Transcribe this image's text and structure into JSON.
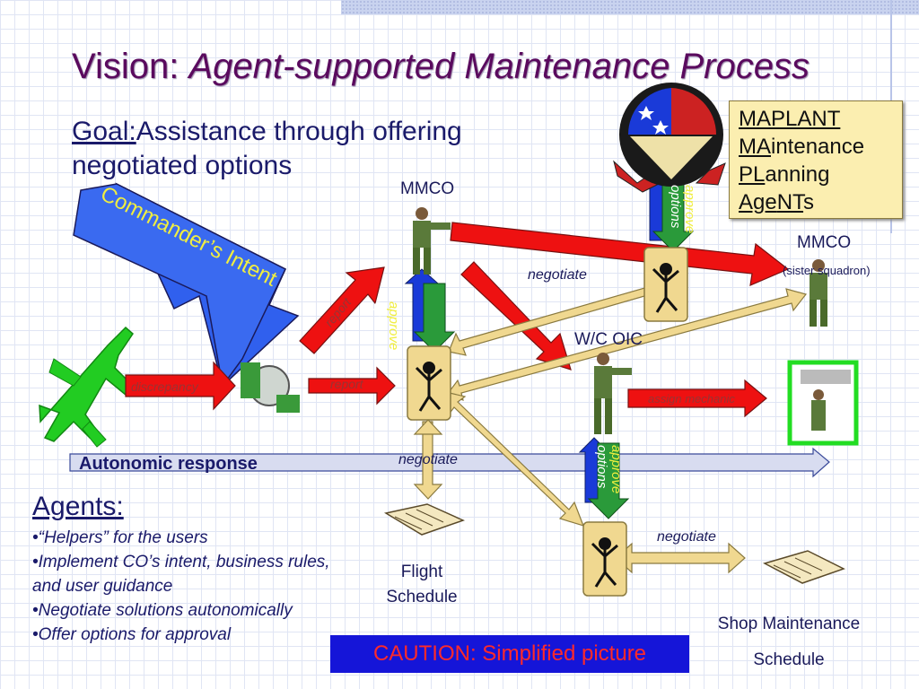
{
  "title": {
    "plain": "Vision: ",
    "italic": "Agent-supported Maintenance Process"
  },
  "goal": {
    "label": "Goal:",
    "text": "Assistance through offering negotiated options"
  },
  "commander_intent": "Commander’s Intent",
  "maplant": {
    "lines": [
      {
        "u": "MAPLANT",
        "rest": ""
      },
      {
        "u": "MA",
        "rest": "intenance"
      },
      {
        "u": "PL",
        "rest": "anning"
      },
      {
        "u": "Age",
        "mid_u": "NT",
        "rest": "s"
      }
    ]
  },
  "labels": {
    "mmco": "MMCO",
    "mmco_sister": "MMCO",
    "sister_squadron": "(sister squadron)",
    "wc_oic": "W/C OIC",
    "flight_schedule": [
      "Flight",
      "Schedule"
    ],
    "shop_schedule": [
      "Shop Maintenance",
      "Schedule"
    ]
  },
  "arrows": {
    "discrepancy": "discrepancy",
    "report1": "report",
    "report2": "report",
    "assign_mechanic": "assign mechanic",
    "autonomic_response": "Autonomic response",
    "approve_options_1": [
      "approve",
      "options"
    ],
    "approve_options_2": [
      "approve",
      "options"
    ],
    "approve_options_3": [
      "approve",
      "options"
    ]
  },
  "negotiate": [
    "negotiate",
    "negotiate",
    "negotiate"
  ],
  "agents": {
    "heading": "Agents:",
    "items": [
      "“Helpers” for the users",
      "Implement CO’s intent, business rules, and user guidance",
      "Negotiate solutions autonomically",
      "Offer options for approval"
    ]
  },
  "caution": "CAUTION: Simplified picture",
  "colors": {
    "title": "#5a0a5e",
    "text": "#1a1a6a",
    "red_arrow": "#ee1111",
    "tan": "#f0d890",
    "green_arrow": "#2a9a3a",
    "blue_arrow": "#1a3ad8"
  }
}
